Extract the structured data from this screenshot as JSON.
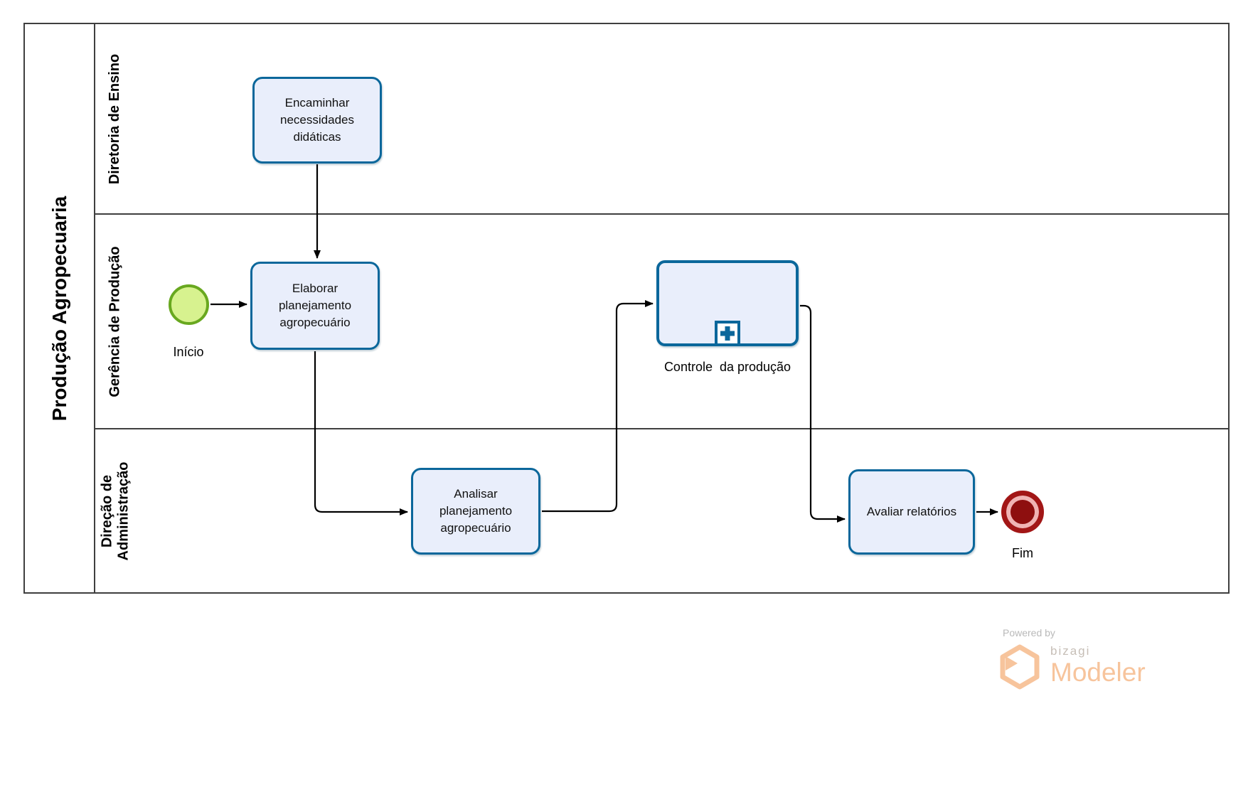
{
  "pool": {
    "title": "Produção Agropecuaria",
    "lanes": [
      {
        "label": "Diretoria de Ensino"
      },
      {
        "label": "Gerência de Produção"
      },
      {
        "label": "Direção de Administração"
      }
    ]
  },
  "nodes": {
    "start": {
      "type": "start-event",
      "label": "Início"
    },
    "encaminhar": {
      "type": "task",
      "label": "Encaminhar necessidades didáticas"
    },
    "elaborar": {
      "type": "task",
      "label": "Elaborar planejamento agropecuário"
    },
    "analisar": {
      "type": "task",
      "label": "Analisar planejamento agropecuário"
    },
    "controle": {
      "type": "subprocess",
      "label": "Controle  da produção"
    },
    "avaliar": {
      "type": "task",
      "label": "Avaliar relatórios"
    },
    "end": {
      "type": "end-event",
      "label": "Fim"
    }
  },
  "flows": [
    {
      "from": "encaminhar",
      "to": "elaborar"
    },
    {
      "from": "start",
      "to": "elaborar"
    },
    {
      "from": "elaborar",
      "to": "analisar"
    },
    {
      "from": "analisar",
      "to": "controle"
    },
    {
      "from": "controle",
      "to": "avaliar"
    },
    {
      "from": "avaliar",
      "to": "end"
    }
  ],
  "colors": {
    "line": "#3f3f3f",
    "taskBorder": "#0b679b",
    "taskFill": "#e9eefb",
    "startFill": "#d7f28f",
    "startBorder": "#68a81f",
    "endOuter": "#a21616",
    "endRing": "#f0b4b4",
    "endCenter": "#8e0f0f",
    "arrow": "#000000",
    "logoOrange": "#f7c49c",
    "logoGray": "#b9b9b9",
    "brandGray": "#c6beb6"
  },
  "logo": {
    "powered_by": "Powered by",
    "brand": "bizagi",
    "product": "Modeler"
  }
}
